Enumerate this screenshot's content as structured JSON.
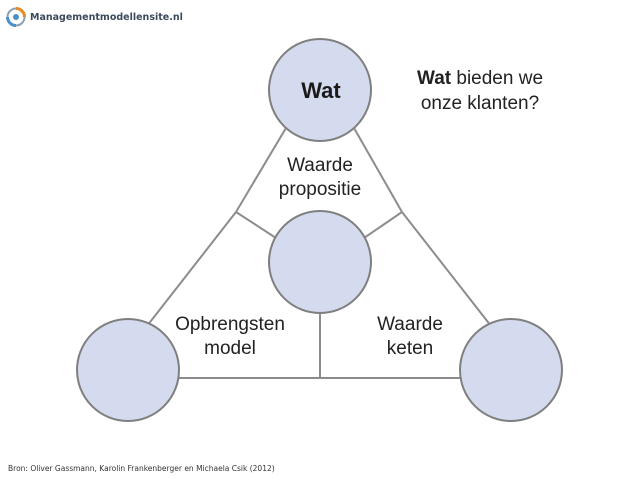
{
  "header": {
    "site_name": "Managementmodellensite.nl",
    "logo_icon": "site-logo-icon",
    "logo_colors": [
      "#e58a2a",
      "#4a90c8",
      "#8aa1b3"
    ]
  },
  "diagram": {
    "top_node_label": "Wat",
    "question_bold": "Wat",
    "question_rest_line1": " bieden we",
    "question_line2": "onze klanten?",
    "regions": {
      "proposition_line1": "Waarde",
      "proposition_line2": "propositie",
      "revenue_line1": "Opbrengsten",
      "revenue_line2": "model",
      "chain_line1": "Waarde",
      "chain_line2": "keten"
    },
    "colors": {
      "circle_fill": "#d5dbee",
      "circle_stroke": "#7f7f7f",
      "line_stroke": "#8c8c8c"
    }
  },
  "footer": {
    "source": "Bron: Oliver Gassmann, Karolin Frankenberger en Michaela Csik (2012)"
  }
}
